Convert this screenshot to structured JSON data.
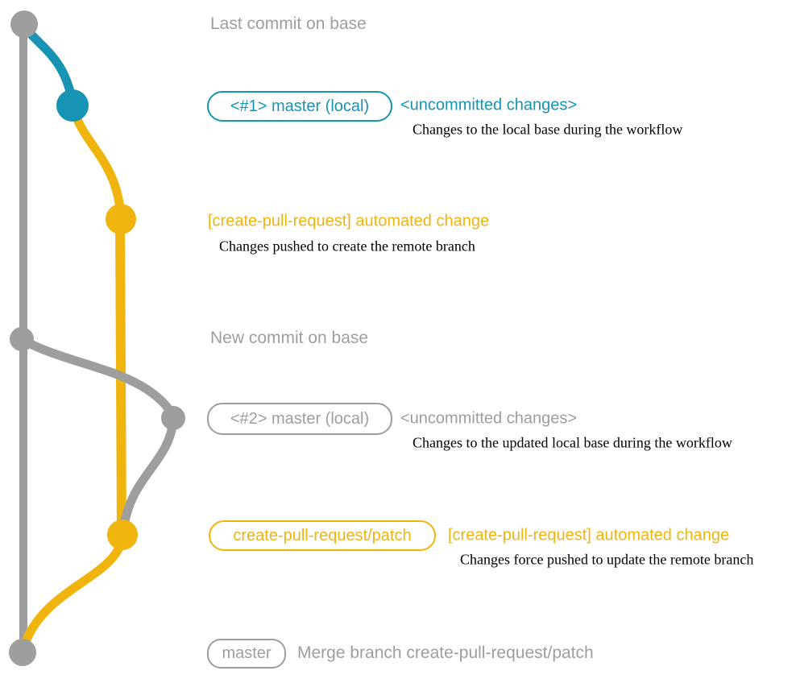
{
  "colors": {
    "teal": "#1793b4",
    "yellow": "#f0b40f",
    "gray": "#9e9e9e",
    "desc_text": "#000000",
    "background": "#ffffff"
  },
  "graph": {
    "branches": [
      {
        "name": "base",
        "color": "#9e9e9e"
      },
      {
        "name": "master-local",
        "color": "#1793b4"
      },
      {
        "name": "create-pull-request/patch",
        "color": "#f0b40f"
      }
    ],
    "commits": [
      {
        "id": "last-commit-on-base",
        "branch": "base",
        "color": "#9e9e9e"
      },
      {
        "id": "master-local-1",
        "branch": "master-local",
        "color": "#1793b4"
      },
      {
        "id": "automated-change-1",
        "branch": "create-pull-request/patch",
        "color": "#f0b40f"
      },
      {
        "id": "new-commit-on-base",
        "branch": "base",
        "color": "#9e9e9e"
      },
      {
        "id": "master-local-2",
        "branch": "master-local",
        "color": "#9e9e9e"
      },
      {
        "id": "automated-change-2",
        "branch": "create-pull-request/patch",
        "color": "#f0b40f"
      },
      {
        "id": "merge-commit",
        "branch": "base",
        "color": "#9e9e9e"
      }
    ]
  },
  "annotations": {
    "last_commit": {
      "label": "Last commit on base"
    },
    "master_local_1": {
      "tag": "<#1> master (local)",
      "status": "<uncommitted changes>",
      "desc": "Changes to the local base during the workflow"
    },
    "automated_change_1": {
      "title": "[create-pull-request] automated change",
      "desc": "Changes pushed to create the remote branch"
    },
    "new_commit": {
      "label": "New commit on base"
    },
    "master_local_2": {
      "tag": "<#2> master (local)",
      "status": "<uncommitted changes>",
      "desc": "Changes to the updated local base during the workflow"
    },
    "patch_branch": {
      "tag": "create-pull-request/patch",
      "title": "[create-pull-request] automated change",
      "desc": "Changes force pushed to update the remote branch"
    },
    "merge": {
      "tag": "master",
      "label": "Merge branch create-pull-request/patch"
    }
  }
}
